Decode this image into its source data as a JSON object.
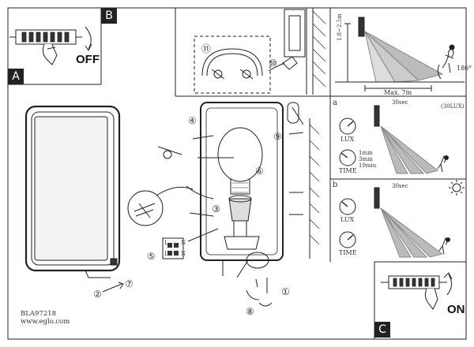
{
  "panel_letters": {
    "a": "A",
    "b": "B",
    "c": "C"
  },
  "switch_labels": {
    "off": "OFF",
    "on": "ON"
  },
  "step_numbers": {
    "s1": "①",
    "s2": "②",
    "s3": "③",
    "s4": "④",
    "s5": "⑤",
    "s6": "⑥",
    "s7": "⑦",
    "s8": "⑧",
    "s9": "⑨",
    "s10": "⑩",
    "s11": "⑪"
  },
  "detection": {
    "height": "1.8~2.5m",
    "max": "Max. 7m",
    "angle": "180°"
  },
  "settings_a": {
    "label": "a",
    "time_top": "30sec",
    "lux_tag": "(30LUX)",
    "lux": "LUX",
    "time": "TIME",
    "min1": "1min",
    "min3": "3min",
    "min10": "10min"
  },
  "settings_b": {
    "label": "b",
    "time_top": "30sec",
    "lux": "LUX",
    "time": "TIME"
  },
  "terminal": {
    "l1": "L",
    "l2": "L",
    "n1": "N",
    "n2": "N"
  },
  "model": {
    "code": "BLA97218",
    "site": "www.eglo.com"
  }
}
